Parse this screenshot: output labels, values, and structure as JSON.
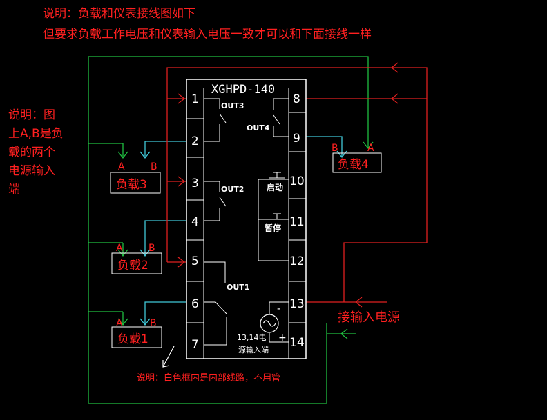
{
  "notes": {
    "top_line1": "说明：负载和仪表接线图如下",
    "top_line2": "但要求负载工作电压和仪表输入电压一致才可以和下面接线一样",
    "left_line1": "说明：图",
    "left_line2": "上A,B是负",
    "left_line3": "载的两个",
    "left_line4": "电源输入",
    "left_line5": "端",
    "bottom": "说明：白色框内是内部线路，不用管",
    "power_input": "接输入电源"
  },
  "device": {
    "model": "XGHPD-140",
    "pins_left": [
      "1",
      "2",
      "3",
      "4",
      "5",
      "6",
      "7"
    ],
    "pins_right": [
      "8",
      "9",
      "10",
      "11",
      "12",
      "13",
      "14"
    ],
    "out_labels": [
      "OUT3",
      "OUT4",
      "OUT2",
      "OUT1"
    ],
    "start_label": "启动",
    "pause_label": "暂停",
    "power_caption_1": "13,14电",
    "power_caption_2": "源输入端",
    "minus": "-",
    "plus": "+"
  },
  "loads": [
    {
      "label": "负载3",
      "a": "A",
      "b": "B"
    },
    {
      "label": "负载2",
      "a": "A",
      "b": "B"
    },
    {
      "label": "负载1",
      "a": "A",
      "b": "B"
    },
    {
      "label": "负载4",
      "a": "A",
      "b": "B"
    }
  ],
  "colors": {
    "background": "#000000",
    "red": "#ff2020",
    "wire_red": "#e02020",
    "green": "#20c040",
    "cyan": "#40c8d8",
    "white": "#ffffff"
  }
}
